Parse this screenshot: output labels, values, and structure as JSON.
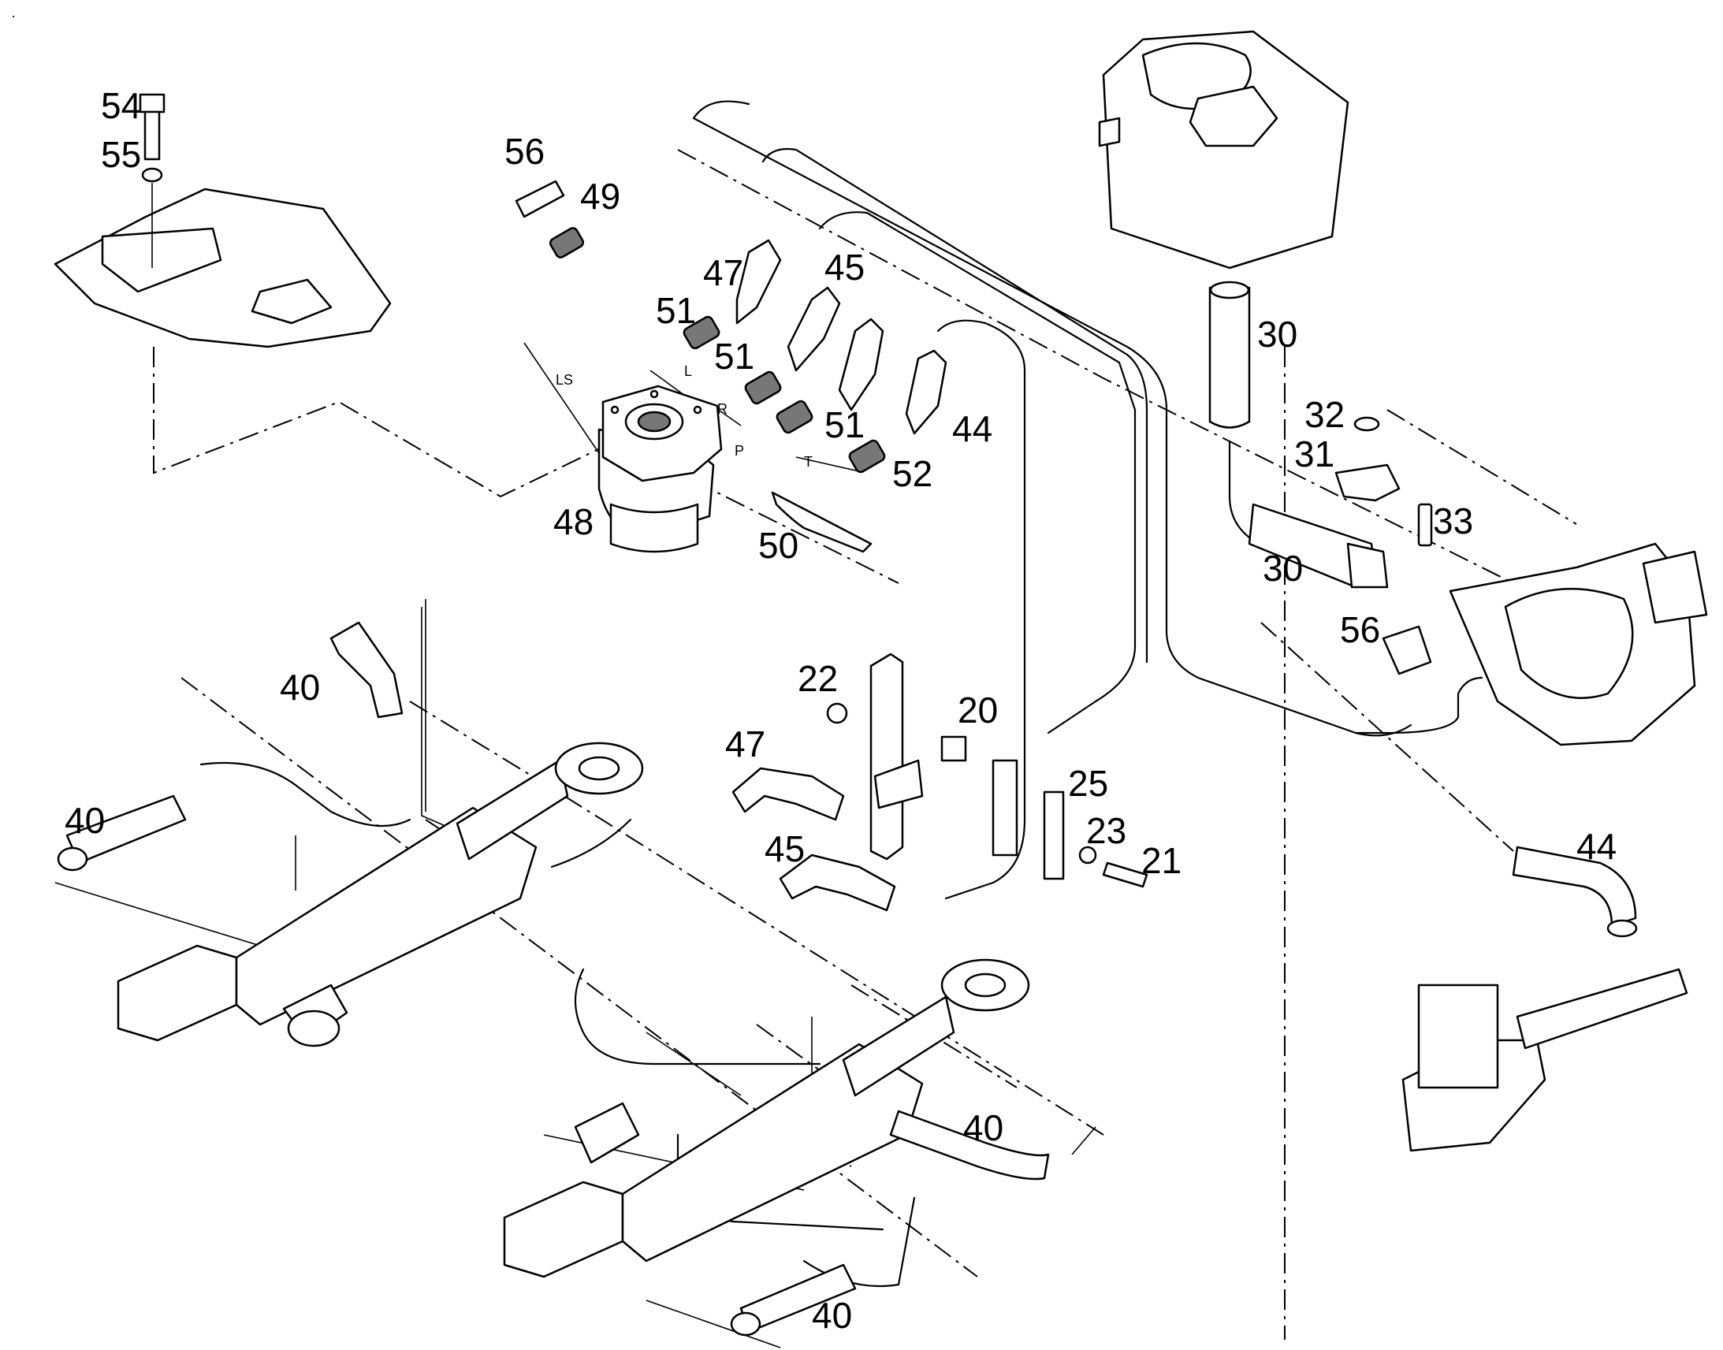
{
  "callouts": [
    "54",
    "55",
    "56",
    "49",
    "47",
    "45",
    "51",
    "51",
    "51",
    "44",
    "52",
    "48",
    "50",
    "30",
    "32",
    "31",
    "33",
    "30",
    "56",
    "40",
    "40",
    "22",
    "20",
    "25",
    "47",
    "45",
    "23",
    "21",
    "44",
    "40",
    "40"
  ],
  "port_labels": [
    "LS",
    "L",
    "R",
    "P",
    "T"
  ],
  "corner_mark": "·"
}
